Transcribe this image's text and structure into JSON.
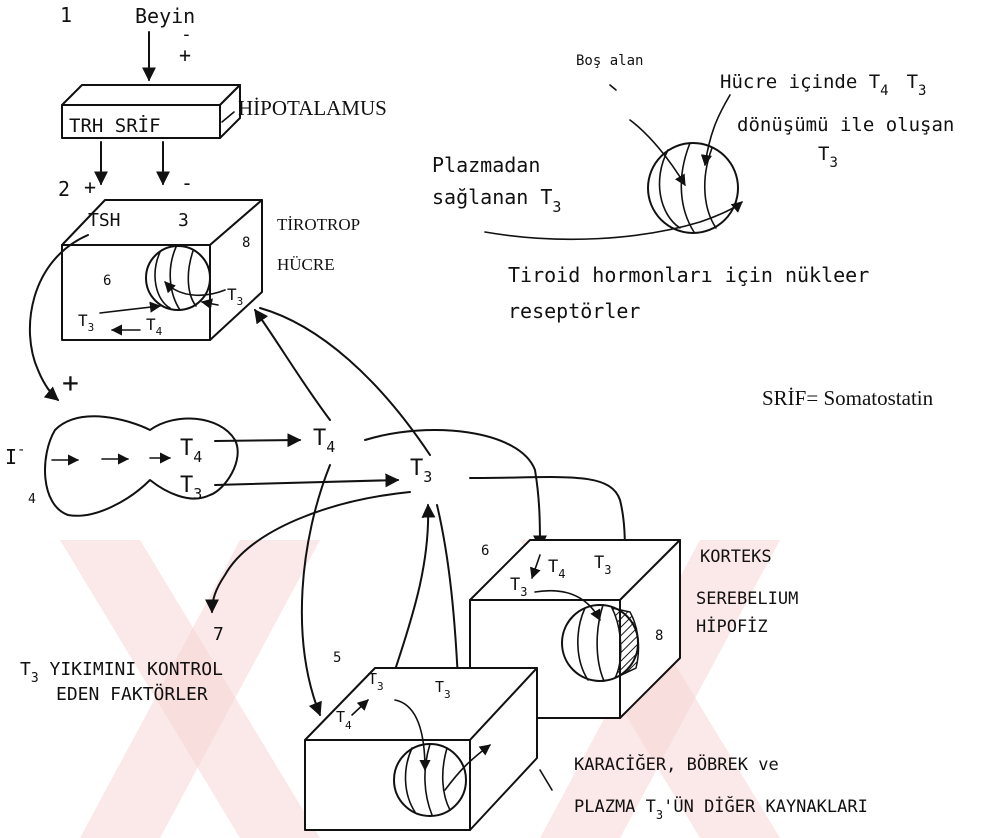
{
  "labels": {
    "step_1": "1",
    "brain": "Beyin",
    "sign_minus_top": "-",
    "sign_plus_top": "+",
    "hypothalamus_content": "TRH SRİF",
    "hypothalamus": "HİPOTALAMUS",
    "step_2": "2",
    "sign_plus_2": "+",
    "sign_minus_2": "-",
    "tsh": "TSH",
    "num_3": "3",
    "num_6_thyrotrope": "6",
    "num_8_thyrotrope": "8",
    "thyrotrope_cell_line1": "TİROTROP",
    "thyrotrope_cell_line2": "HÜCRE",
    "t3_in_cell": "T",
    "t3_in_cell_sub": "3",
    "t3_left": "T",
    "t3_left_sub": "3",
    "t4_left": "T",
    "t4_left_sub": "4",
    "empty_space": "Boş alan",
    "conversion_line1": "Hücre içinde T",
    "conversion_t4_sub": "4",
    "conversion_t3": "T",
    "conversion_t3_sub": "3",
    "conversion_line2": "dönüşümü ile oluşan",
    "conversion_line3": "T",
    "conversion_line3_sub": "3",
    "plasma_line1": "Plazmadan",
    "plasma_line2": "sağlanan T",
    "plasma_line2_sub": "3",
    "receptors_line1": "Tiroid hormonları için nükleer",
    "receptors_line2": "reseptörler",
    "srif_def": "SRİF= Somatostatin",
    "plus_big": "+",
    "iodide": "I",
    "iodide_sup": "-",
    "num_4": "4",
    "gland_t4": "T",
    "gland_t4_sub": "4",
    "gland_t3": "T",
    "gland_t3_sub": "3",
    "mid_t4": "T",
    "mid_t4_sub": "4",
    "mid_t3": "T",
    "mid_t3_sub": "3",
    "num_7": "7",
    "degradation_line1": "T",
    "degradation_line1_sub": "3",
    "degradation_line1_rest": " YIKIMINI KONTROL",
    "degradation_line2": "EDEN FAKTÖRLER",
    "num_6_cortex": "6",
    "num_5": "5",
    "num_8_cortex": "8",
    "cortex_t4": "T",
    "cortex_t4_sub": "4",
    "cortex_t3": "T",
    "cortex_t3_sub": "3",
    "cortex_t3_inner": "T",
    "cortex_t3_inner_sub": "3",
    "cortex": "KORTEKS",
    "cerebellum": "SEREBELIUM",
    "pituitary": "HİPOFİZ",
    "liver_t3_a": "T",
    "liver_t3_a_sub": "3",
    "liver_t4": "T",
    "liver_t4_sub": "4",
    "liver_t3_b": "T",
    "liver_t3_b_sub": "3",
    "liver_line1": "KARACİĞER, BÖBREK ve",
    "liver_line2_pre": "PLAZMA T",
    "liver_line2_sub": "3",
    "liver_line2_post": "'ÜN DİĞER KAYNAKLARI"
  },
  "colors": {
    "ink": "#111111",
    "watermark": "#f7d6d6"
  }
}
